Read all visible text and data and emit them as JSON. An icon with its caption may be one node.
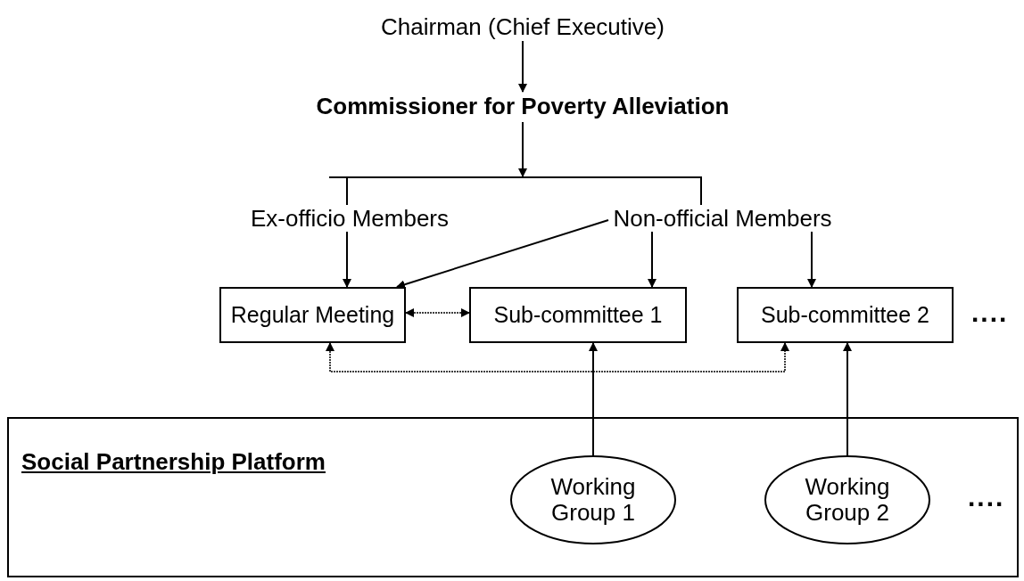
{
  "diagram": {
    "nodes": [
      {
        "text": [
          "Chairman (Chief Executive)"
        ]
      },
      {
        "text": [
          "Commissioner for Poverty Alleviation"
        ]
      },
      {
        "text": [],
        "shape": "bar"
      },
      {
        "text": [
          "Ex-officio Members"
        ]
      },
      {
        "text": [
          "Non-official Members"
        ]
      },
      {
        "text": [
          "Regular Meeting"
        ]
      },
      {
        "text": [
          "Sub-committee 1"
        ]
      },
      {
        "text": [
          "Sub-committee 2"
        ],
        "beside": [
          "...."
        ]
      },
      {
        "text": [
          "Social Partnership Platform"
        ]
      },
      {
        "text": [
          "Working Group 1"
        ],
        "in": 8
      },
      {
        "text": [
          "Working Group 2"
        ],
        "in": 8,
        "beside": [
          "...."
        ]
      }
    ],
    "edges": [
      {
        "from": 0,
        "to": 1,
        "arrow": "to"
      },
      {
        "from": 1,
        "to": 2,
        "arrow": "to"
      },
      {
        "from": 2,
        "to": 3,
        "arrow": "none"
      },
      {
        "from": 2,
        "to": 4,
        "arrow": "none"
      },
      {
        "from": 3,
        "to": 5,
        "arrow": "to"
      },
      {
        "from": 4,
        "to": 5,
        "arrow": "to"
      },
      {
        "from": 4,
        "to": 6,
        "arrow": "to"
      },
      {
        "from": 4,
        "to": 7,
        "arrow": "to"
      },
      {
        "from": 5,
        "to": 6,
        "arrow": "both",
        "style": "dashed"
      },
      {
        "from": 5,
        "to": 7,
        "arrow": "both",
        "style": "dashed"
      },
      {
        "from": 9,
        "to": 6,
        "arrow": "to"
      },
      {
        "from": 10,
        "to": 7,
        "arrow": "to"
      }
    ]
  }
}
